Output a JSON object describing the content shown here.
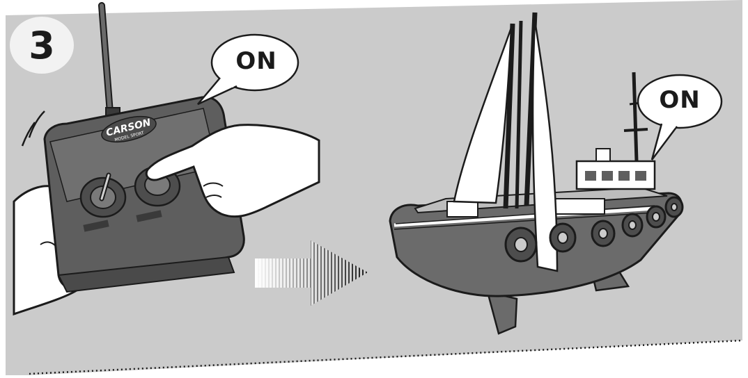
{
  "step": {
    "number": "3"
  },
  "remote": {
    "brand_logo": "CARSON",
    "brand_sub": "MODEL SPORT"
  },
  "speech_bubbles": {
    "remote_label": "ON",
    "boat_label": "ON"
  },
  "icons": {
    "arrow": "right-arrow-icon"
  },
  "colors": {
    "panel_background": "#cbcbcb",
    "outline": "#1b1b1b",
    "remote_body": "#5e5e5e",
    "hull": "#6b6b6b",
    "sail": "#ffffff"
  }
}
